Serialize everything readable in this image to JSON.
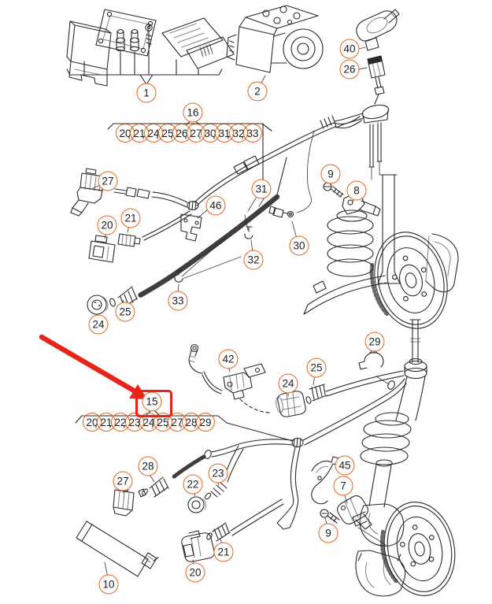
{
  "colors": {
    "callout_orange": "#e2661e",
    "highlight_red": "#e8231a",
    "line_dark": "#2b282a",
    "canvas_bg": "#ffffff",
    "text_dark": "#1c1c1c"
  },
  "separator": ",",
  "callouts": {
    "p1": "1",
    "p2": "2",
    "p40": "40",
    "p26": "26",
    "g16": "16",
    "g15": "15",
    "p27a": "27",
    "p46": "46",
    "p31": "31",
    "p9a": "9",
    "p8": "8",
    "p21a": "21",
    "p20a": "20",
    "p30": "30",
    "p32": "32",
    "p33": "33",
    "p25a": "25",
    "p24a": "24",
    "p42": "42",
    "p25b": "25",
    "p24b": "24",
    "p29": "29",
    "p28": "28",
    "p27b": "27",
    "p23": "23",
    "p22": "22",
    "p45": "45",
    "p7": "7",
    "p9b": "9",
    "p21b": "21",
    "p20b": "20",
    "p10": "10"
  },
  "rows": {
    "row1": {
      "group": "16",
      "items": [
        "20",
        "21",
        "24",
        "25",
        "26",
        "27",
        "30",
        "31",
        "32",
        "33"
      ]
    },
    "row2": {
      "group": "15",
      "items": [
        "20",
        "21",
        "22",
        "23",
        "24",
        "25",
        "27",
        "28",
        "29"
      ]
    }
  },
  "selection": {
    "selected_callout": "15"
  }
}
